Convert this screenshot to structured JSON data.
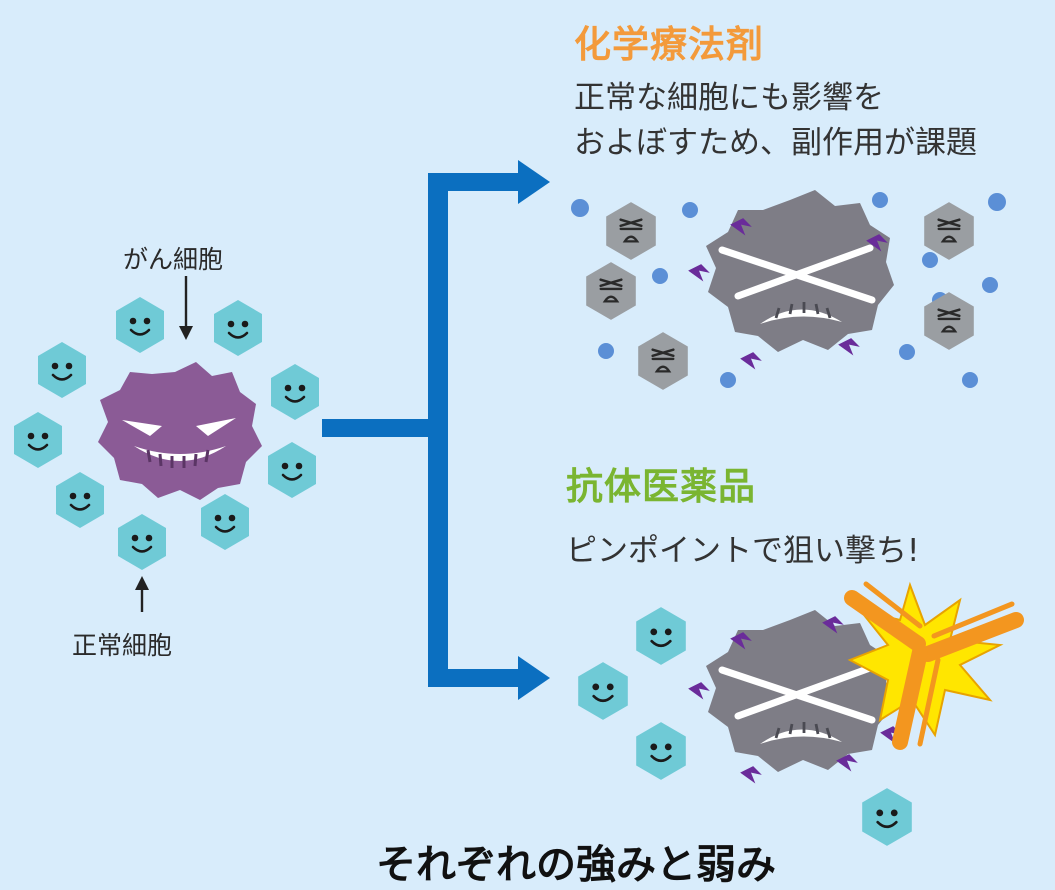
{
  "labels": {
    "cancer_cell": "がん細胞",
    "normal_cell": "正常細胞"
  },
  "chemotherapy": {
    "title": "化学療法剤",
    "line1": "正常な細胞にも影響を",
    "line2": "およぼすため、副作用が課題"
  },
  "antibody": {
    "title": "抗体医薬品",
    "line1": "ピンポイントで狙い撃ち!"
  },
  "summary": "それぞれの強みと弱み",
  "colors": {
    "background": "#d8ecfb",
    "arrow": "#0b6fc0",
    "healthy_cell": "#6fcad6",
    "damaged_cell": "#9a9ea2",
    "cancer_cell": "#8b5b96",
    "dead_cancer_cell": "#7e7d86",
    "chemo_title": "#f39a3b",
    "antibody_title": "#7ab531",
    "antibody": "#f3961f",
    "burst": "#ffe600",
    "drug_dots": "#5b8fd6",
    "claws": "#6a2c9a"
  }
}
